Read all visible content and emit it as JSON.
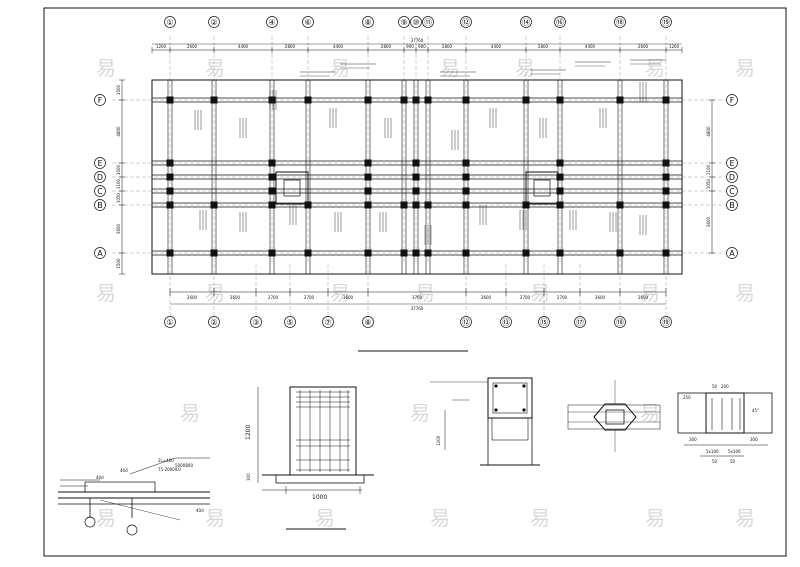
{
  "axes_top": [
    "①",
    "②",
    "④",
    "⑥",
    "⑧",
    "⑨",
    "⑩",
    "⑪",
    "⑫",
    "⑭",
    "⑯",
    "⑱",
    "⑲"
  ],
  "axes_bottom": [
    "①",
    "②",
    "③",
    "⑤",
    "⑦",
    "⑧",
    "⑫",
    "⑬",
    "⑮",
    "⑰",
    "⑱",
    "⑲"
  ],
  "rows_left": [
    "F",
    "E",
    "D",
    "C",
    "B",
    "A"
  ],
  "rows_right": [
    "F",
    "E",
    "D",
    "C",
    "B",
    "A"
  ],
  "top_overall": "37760",
  "bottom_overall": "37760",
  "top_dims": [
    "1200",
    "2600",
    "4400",
    "2800",
    "4400",
    "2800",
    "900",
    "900",
    "2800",
    "4400",
    "2800",
    "4400",
    "2600",
    "1200"
  ],
  "bottom_dims": [
    "2600",
    "3600",
    "2700",
    "2700",
    "3600",
    "3700",
    "3600",
    "2700",
    "2700",
    "3600",
    "2600"
  ],
  "left_dims": [
    "1500",
    "4800",
    "1000",
    "1100",
    "1050",
    "3600",
    "1500"
  ],
  "right_dims": [
    "4800",
    "1100",
    "1050",
    "3600"
  ],
  "detail_dims": {
    "d2_width": "1000",
    "d2_height": "1200",
    "d2_base": "100",
    "d3_height": "1200",
    "d5_a": "200",
    "d5_b": "50",
    "d5_c": "250",
    "d5_d": "300",
    "d5_e": "5x100",
    "d5_f": "50",
    "d5_g": "50",
    "d5_angle": "45°",
    "d1_a": "40d",
    "d1_b": "40d",
    "d1_c": "40d",
    "d1_note1": "2L=400",
    "d1_note2": "500X800",
    "d1_note3": "75-2000/L0"
  },
  "watermark": "易"
}
